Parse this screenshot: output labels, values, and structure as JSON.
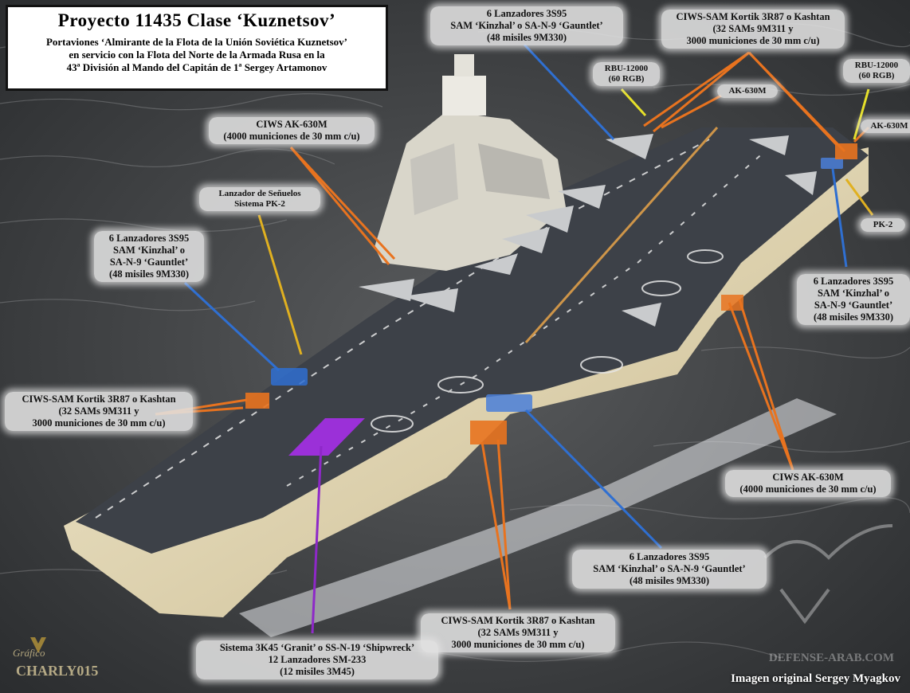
{
  "title": "Proyecto 11435 Clase ‘Kuznetsov’",
  "subtitle_lines": [
    "Portaviones ‘Almirante de la Flota de la Unión Soviética Kuznetsov’",
    "en servicio con la Flota del Norte de la Armada Rusa en la",
    "43ª División al Mando del Capitán de 1ª Sergey Artamonov"
  ],
  "labels": {
    "sam_top": [
      "6 Lanzadores 3S95",
      "SAM  ‘Kinzhal’ o SA-N-9 ‘Gauntlet’",
      "(48 misiles 9M330)"
    ],
    "ciws_sam_top": [
      "CIWS-SAM Kortik 3R87 o Kashtan",
      "(32 SAMs 9M311 y",
      "3000 municiones de 30 mm c/u)"
    ],
    "rbu_left": [
      "RBU-12000",
      "(60 RGB)"
    ],
    "rbu_right": [
      "RBU-12000",
      "(60 RGB)"
    ],
    "ak630_top": "AK-630M",
    "ak630_right": "AK-630M",
    "ciws_ak_left": [
      "CIWS AK-630M",
      "(4000 municiones de 30 mm c/u)"
    ],
    "decoy": [
      "Lanzador de Señuelos",
      "Sistema PK-2"
    ],
    "sam_left": [
      "6 Lanzadores 3S95",
      "SAM  ‘Kinzhal’ o",
      "SA-N-9 ‘Gauntlet’",
      "(48 misiles 9M330)"
    ],
    "pk2": "PK-2",
    "sam_right": [
      "6 Lanzadores 3S95",
      "SAM  ‘Kinzhal’ o",
      "SA-N-9 ‘Gauntlet’",
      "(48 misiles 9M330)"
    ],
    "ciws_sam_left": [
      "CIWS-SAM Kortik 3R87 o Kashtan",
      "(32 SAMs 9M311 y",
      "3000 municiones de 30 mm c/u)"
    ],
    "ciws_ak_right": [
      "CIWS AK-630M",
      "(4000 municiones de 30 mm c/u)"
    ],
    "sam_bottom": [
      "6 Lanzadores 3S95",
      "SAM  ‘Kinzhal’ o SA-N-9 ‘Gauntlet’",
      "(48 misiles 9M330)"
    ],
    "ciws_sam_bottom": [
      "CIWS-SAM Kortik 3R87 o Kashtan",
      "(32 SAMs 9M311 y",
      "3000 municiones de 30 mm c/u)"
    ],
    "granit": [
      "Sistema 3K45 ‘Granit’ o SS-N-19 ‘Shipwreck’",
      "12 Lanzadores SM-233",
      "(12 misiles 3M45)"
    ]
  },
  "footer": "Imagen original Sergey Myagkov",
  "credit_line1": "Gráfico",
  "credit_line2": "CHARLY015",
  "watermark": "DEFENSE-ARAB.COM",
  "colors": {
    "sam": "#2f6fd1",
    "ciws": "#e8731f",
    "granit": "#8e28c8",
    "pk2": "#e0b020",
    "rbu": "#e6e02a"
  }
}
